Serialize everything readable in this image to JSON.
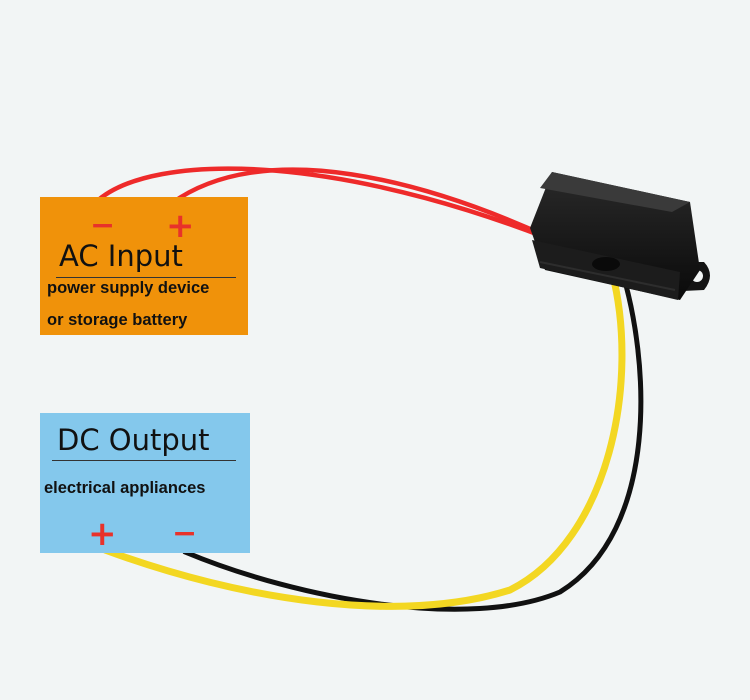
{
  "ac_box": {
    "title": "AC Input",
    "line1": "power supply device",
    "line2": "or storage battery",
    "minus": "−",
    "plus": "+"
  },
  "dc_box": {
    "title": "DC Output",
    "line1": "electrical appliances",
    "plus": "+",
    "minus": "−"
  },
  "colors": {
    "ac_box": "#f0920a",
    "dc_box": "#84c8ec",
    "red_wire": "#ee2a2a",
    "yellow_wire": "#f3d722",
    "black_wire": "#111111",
    "sign_red": "#e8322a"
  }
}
